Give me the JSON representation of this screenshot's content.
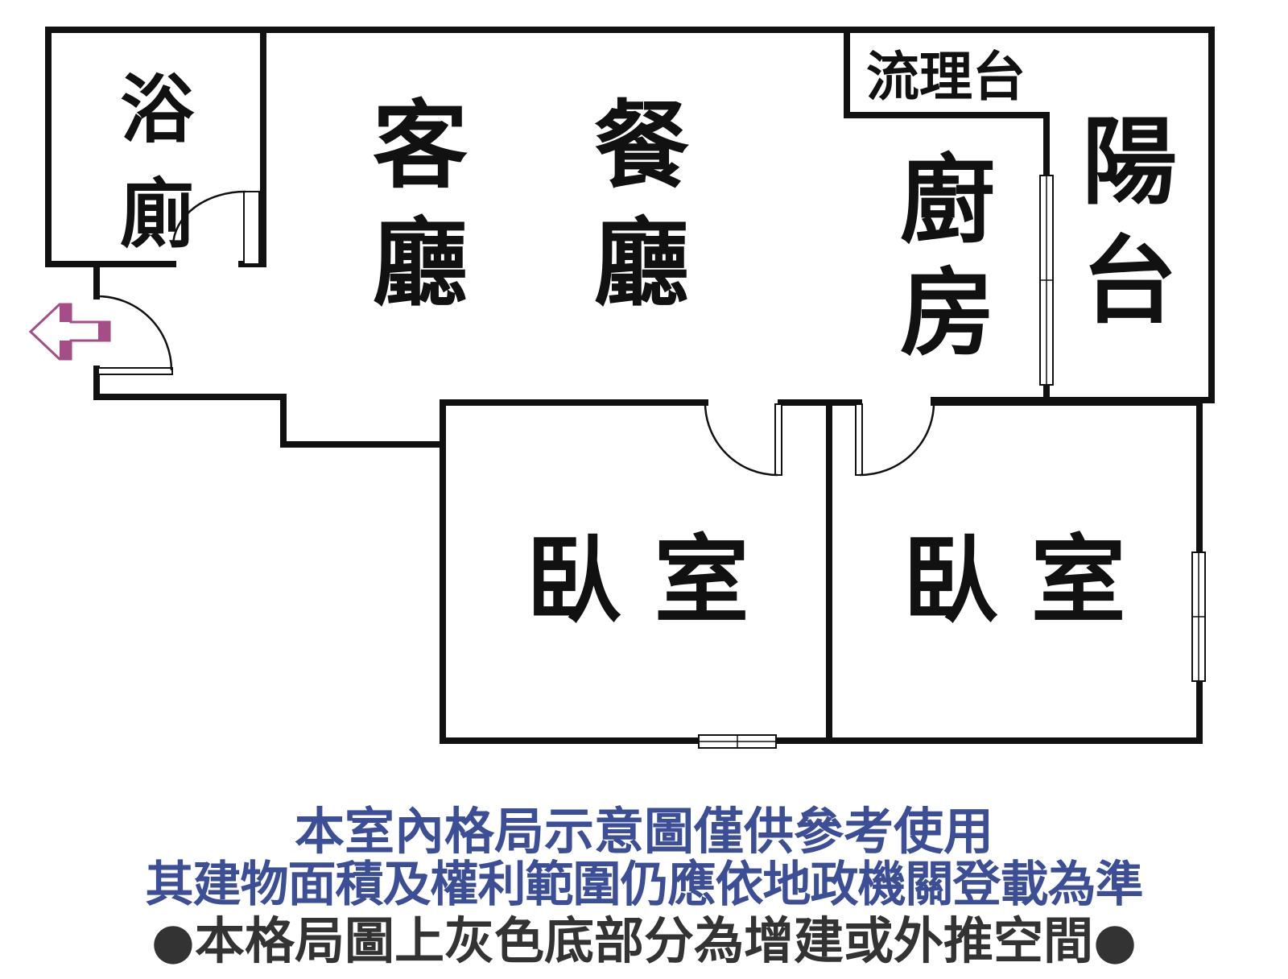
{
  "rooms": {
    "bathroom": [
      "浴",
      "廁"
    ],
    "living_room": [
      "客",
      "廳"
    ],
    "dining_room": [
      "餐",
      "廳"
    ],
    "kitchen_counter": "流理台",
    "kitchen": [
      "廚",
      "房"
    ],
    "balcony": [
      "陽",
      "台"
    ],
    "bedroom_1": "臥 室",
    "bedroom_2": "臥 室"
  },
  "disclaimer": {
    "line1": "本室內格局示意圖僅供參考使用",
    "line2": "其建物面積及權利範圍仍應依地政機關登載為準",
    "line3": "●本格局圖上灰色底部分為增建或外推空間●"
  },
  "colors": {
    "wall": "#111111",
    "entry_arrow": "#a44d86",
    "disclaimer_blue": "#3c4f96",
    "disclaimer_dark": "#333333"
  },
  "icons": {
    "entry": "entry-arrow-icon"
  }
}
